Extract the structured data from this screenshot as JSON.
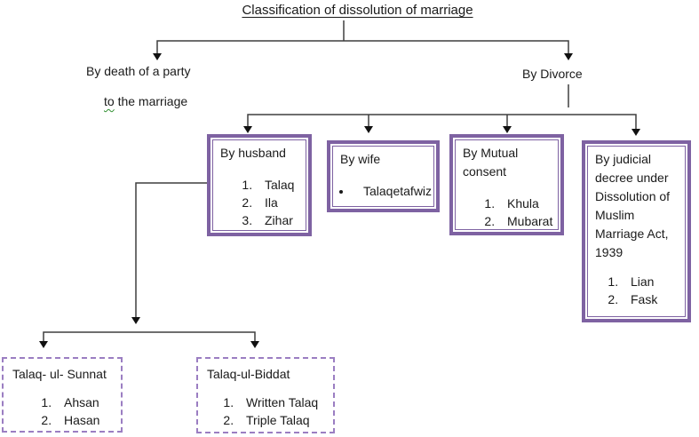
{
  "title": "Classification of dissolution of marriage",
  "branches": {
    "death": {
      "line1": "By death of a party",
      "line2_word": "to",
      "line2_rest": " the marriage"
    },
    "divorce": {
      "label": "By Divorce"
    }
  },
  "boxes": {
    "husband": {
      "heading": "By husband",
      "list_style": "numbered",
      "items": [
        "Talaq",
        "Ila",
        "Zihar"
      ]
    },
    "wife": {
      "heading": "By wife",
      "list_style": "bullet",
      "items": [
        "Talaqetafwiz"
      ]
    },
    "mutual_consent": {
      "heading": "By Mutual consent",
      "list_style": "numbered",
      "items": [
        "Khula",
        "Mubarat"
      ]
    },
    "judicial_decree": {
      "heading": "By judicial decree under Dissolution of Muslim Marriage Act, 1939",
      "list_style": "numbered",
      "items": [
        "Lian",
        "Fask"
      ]
    },
    "talaq_ul_sunnat": {
      "heading": "Talaq- ul- Sunnat",
      "list_style": "numbered",
      "items": [
        "Ahsan",
        "Hasan"
      ]
    },
    "talaq_ul_biddat": {
      "heading": "Talaq-ul-Biddat",
      "list_style": "numbered",
      "items": [
        "Written Talaq",
        "Triple Talaq"
      ]
    }
  },
  "colors": {
    "text": "#1a1a1a",
    "line": "#3f3f3f",
    "arrow": "#111111",
    "box_border": "#7e62a2",
    "dashed_border": "#9b7ec2",
    "squiggle": "#2f8f2f"
  }
}
